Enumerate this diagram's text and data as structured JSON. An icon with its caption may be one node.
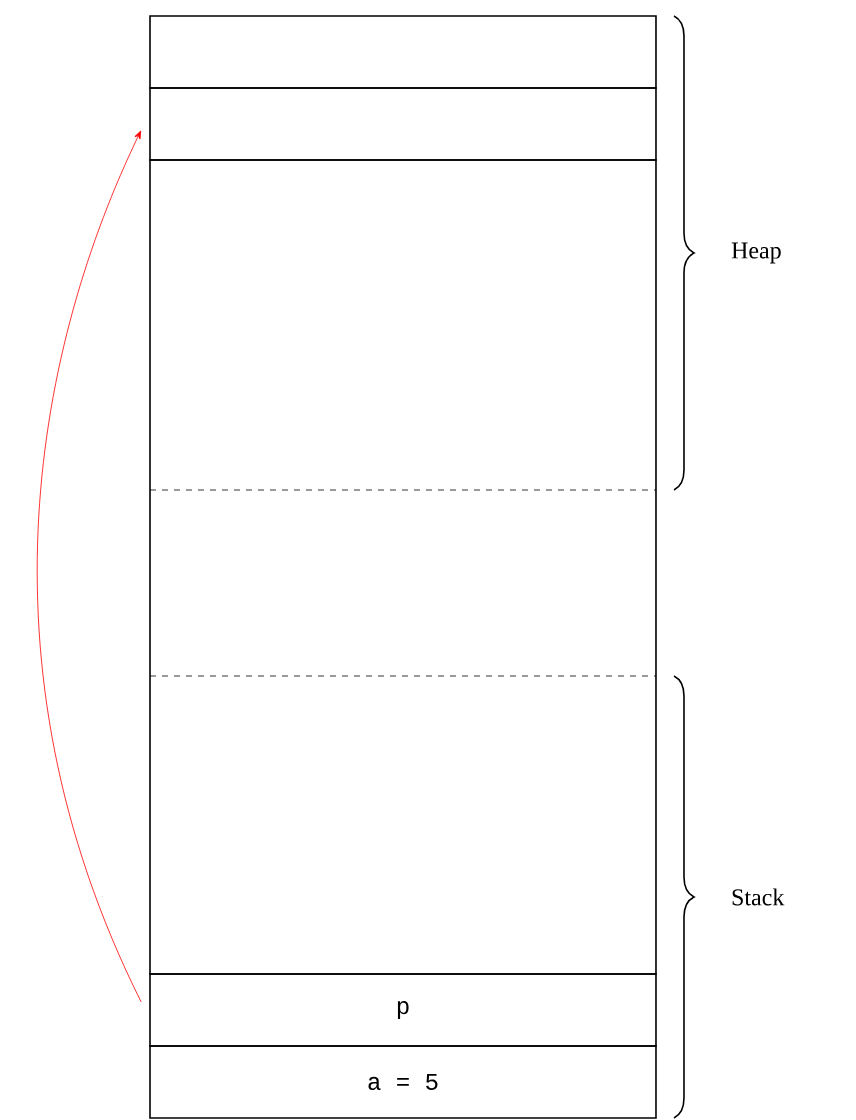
{
  "diagram": {
    "nodes": [
      {
        "text": [],
        "shape": "box"
      },
      {
        "text": [],
        "shape": "box"
      },
      {
        "text": [
          "p"
        ]
      },
      {
        "text": [
          "a = 5"
        ]
      }
    ],
    "edges": [
      {
        "from": 2,
        "to": 1,
        "arrow": "to",
        "color": "#ff0000"
      }
    ],
    "labels": [
      "Heap",
      "Stack"
    ]
  }
}
